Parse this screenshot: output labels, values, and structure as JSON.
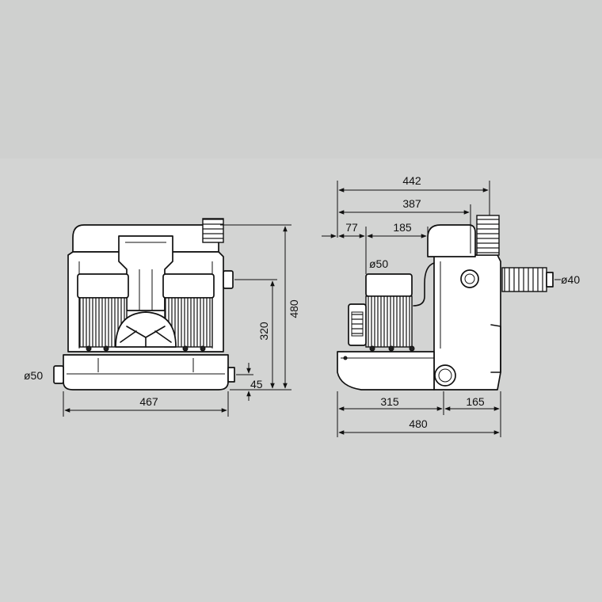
{
  "colors": {
    "background": "#cfd0cf",
    "band": "#d7d8d7",
    "line": "#111111",
    "body": "#ffffff"
  },
  "front_view": {
    "width_label": "467",
    "height_total_label": "480",
    "inlet_height_label": "320",
    "outlet_height_label": "45",
    "outlet_diameter_label": "ø50"
  },
  "side_view": {
    "depth_top_label": "442",
    "outlet_depth_label": "387",
    "offset_label": "77",
    "motor_label": "185",
    "inlet_diameter_label": "ø50",
    "vent_diameter_label": "ø40",
    "base_front_label": "315",
    "base_rear_label": "165",
    "total_depth_label": "480"
  }
}
